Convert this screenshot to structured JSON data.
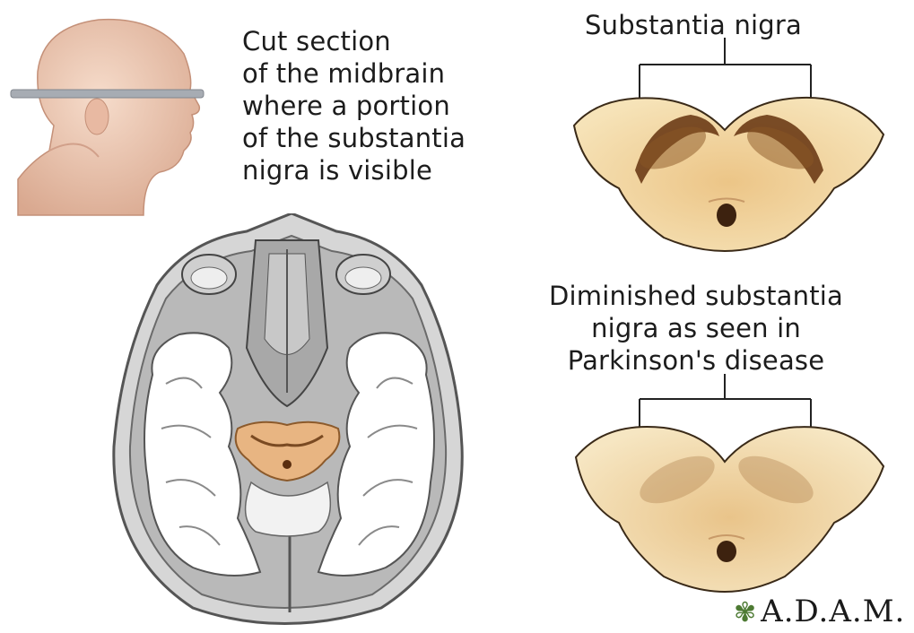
{
  "caption_cut": [
    "Cut section",
    "of the midbrain",
    "where a portion",
    "of the substantia",
    "nigra is visible"
  ],
  "label_normal": "Substantia nigra",
  "label_diminished": [
    "Diminished substantia",
    "nigra as seen in",
    "Parkinson's disease"
  ],
  "logo_text": "A.D.A.M."
}
